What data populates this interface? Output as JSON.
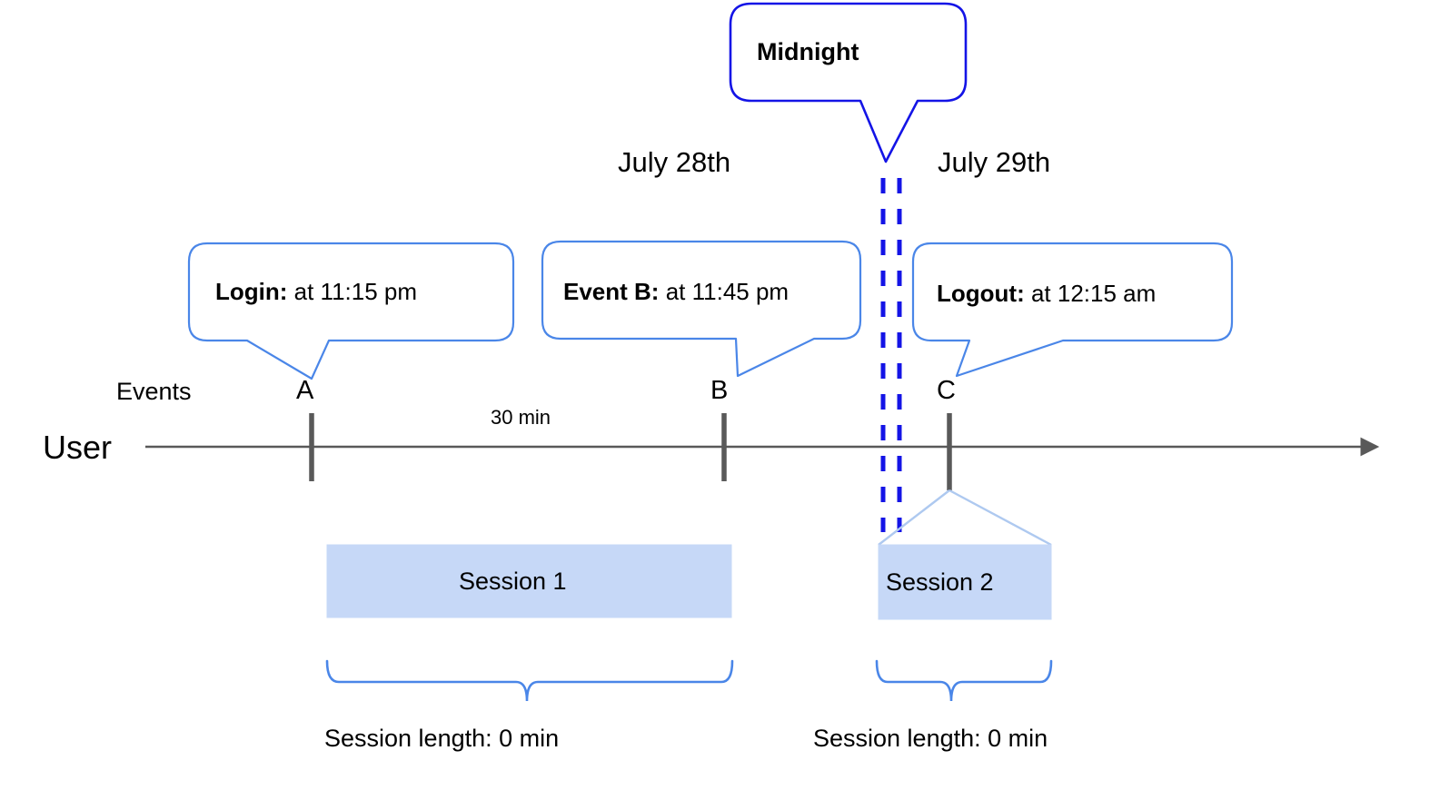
{
  "diagram": {
    "title_callout": {
      "label": "Midnight"
    },
    "day_labels": [
      {
        "name": "day-label-left",
        "text": "July 28th"
      },
      {
        "name": "day-label-right",
        "text": "July 29th"
      }
    ],
    "row_labels": {
      "events": "Events",
      "user": "User"
    },
    "event_callouts": [
      {
        "name": "login",
        "strong": "Login:",
        "rest": " at 11:15 pm"
      },
      {
        "name": "event-b",
        "strong": "Event B:",
        "rest": " at 11:45 pm"
      },
      {
        "name": "logout",
        "strong": "Logout:",
        "rest": " at 12:15 am"
      }
    ],
    "event_ticks": [
      {
        "name": "tick-a",
        "label": "A"
      },
      {
        "name": "tick-b",
        "label": "B"
      },
      {
        "name": "tick-c",
        "label": "C"
      }
    ],
    "duration_label": "30 min",
    "sessions": [
      {
        "name": "session-1",
        "label": "Session 1",
        "length_text": "Session length: 0 min"
      },
      {
        "name": "session-2",
        "label": "Session 2",
        "length_text": "Session length: 0 min"
      }
    ],
    "colors": {
      "midnight_blue": "#1414e6",
      "callout_blue": "#4a86e8",
      "session_fill": "#c6d8f7",
      "session_edge": "#aec9f0",
      "axis_gray": "#595959",
      "tick_gray": "#595959"
    }
  }
}
